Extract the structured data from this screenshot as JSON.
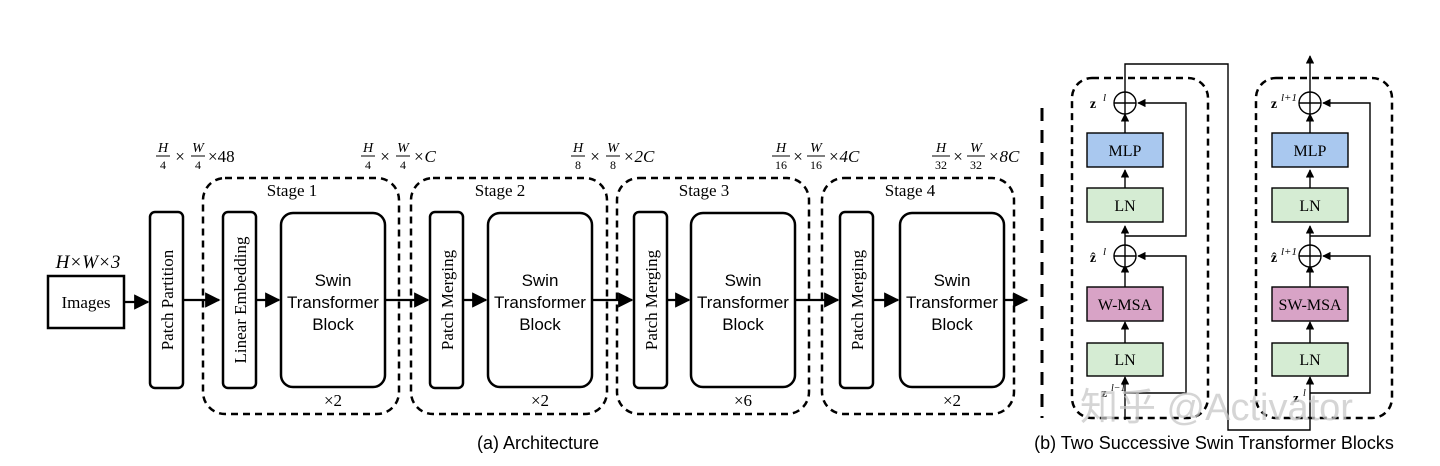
{
  "input": {
    "dims": "H×W×3",
    "label": "Images"
  },
  "patch_partition": {
    "label": "Patch Partition",
    "dims_top": "H",
    "dims_bot": "4",
    "dims_top2": "W",
    "dims_bot2": "4",
    "dims_tail": "×48"
  },
  "stages": [
    {
      "title": "Stage 1",
      "pre_label": "Linear Embedding",
      "block": [
        "Swin",
        "Transformer",
        "Block"
      ],
      "repeat": "×2",
      "dims": {
        "n1": "H",
        "d1": "4",
        "n2": "W",
        "d2": "4",
        "tail": "×C"
      }
    },
    {
      "title": "Stage 2",
      "pre_label": "Patch Merging",
      "block": [
        "Swin",
        "Transformer",
        "Block"
      ],
      "repeat": "×2",
      "dims": {
        "n1": "H",
        "d1": "8",
        "n2": "W",
        "d2": "8",
        "tail": "×2C"
      }
    },
    {
      "title": "Stage 3",
      "pre_label": "Patch Merging",
      "block": [
        "Swin",
        "Transformer",
        "Block"
      ],
      "repeat": "×6",
      "dims": {
        "n1": "H",
        "d1": "16",
        "n2": "W",
        "d2": "16",
        "tail": "×4C"
      }
    },
    {
      "title": "Stage 4",
      "pre_label": "Patch Merging",
      "block": [
        "Swin",
        "Transformer",
        "Block"
      ],
      "repeat": "×2",
      "dims": {
        "n1": "H",
        "d1": "32",
        "n2": "W",
        "d2": "32",
        "tail": "×8C"
      }
    }
  ],
  "captions": {
    "architecture": "(a) Architecture",
    "blocks": "(b) Two Successive Swin Transformer Blocks"
  },
  "block_left": {
    "mlp": "MLP",
    "ln_top": "LN",
    "attn": "W-MSA",
    "ln_bot": "LN",
    "z_out": "z",
    "z_out_sup": "l",
    "z_mid": "ẑ",
    "z_mid_sup": "l",
    "z_in": "z",
    "z_in_sup": "l−1"
  },
  "block_right": {
    "mlp": "MLP",
    "ln_top": "LN",
    "attn": "SW-MSA",
    "ln_bot": "LN",
    "z_out": "z",
    "z_out_sup": "l+1",
    "z_mid": "ẑ",
    "z_mid_sup": "l+1",
    "z_in": "z",
    "z_in_sup": "l"
  },
  "watermark": "知乎 @Activator",
  "colors": {
    "mlp": "#a9c8ef",
    "ln": "#d5ecd3",
    "msa": "#d8a3c6"
  }
}
